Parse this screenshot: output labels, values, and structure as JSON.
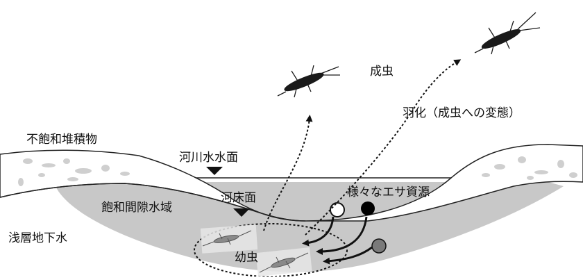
{
  "labels": {
    "unsaturated_sediment": "不飽和堆積物",
    "river_water_surface": "河川水水面",
    "riverbed_surface": "河床面",
    "saturated_pore_zone": "飽和間隙水域",
    "shallow_groundwater": "浅層地下水",
    "adult": "成虫",
    "emergence": "羽化（成虫への変態）",
    "food_resources": "様々なエサ資源",
    "larva": "幼虫"
  },
  "colors": {
    "saturated_zone": "#c8c8c8",
    "sediment_fill": "#ffffff",
    "pebble": "#cfcfcf",
    "insect": "#1a1a1a",
    "food_open": "#ffffff",
    "food_black": "#000000",
    "food_gray": "#7a7a7a"
  },
  "icons": {
    "adult_insect": "stonefly-adult-icon",
    "larva_insect": "stonefly-larva-icon",
    "water_level_marker": "down-triangle-icon"
  }
}
